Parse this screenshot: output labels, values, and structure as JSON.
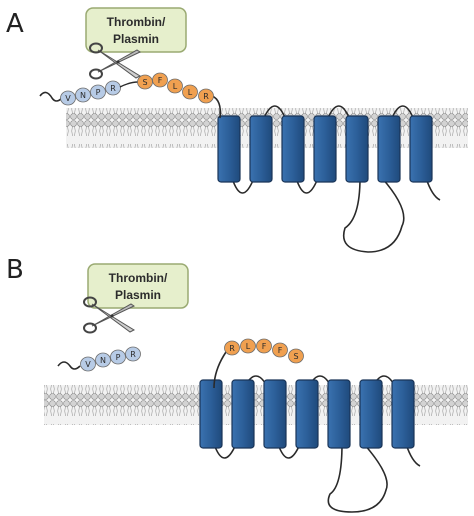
{
  "panels": [
    {
      "letter": "A",
      "protease_line1": "Thrombin/",
      "protease_line2": "Plasmin",
      "cleaved": false,
      "exodomain": [
        "V",
        "N",
        "P",
        "R"
      ],
      "tethered_ligand": [
        "S",
        "F",
        "L",
        "L",
        "R"
      ]
    },
    {
      "letter": "B",
      "protease_line1": "Thrombin/",
      "protease_line2": "Plasmin",
      "cleaved": true,
      "exodomain": [
        "V",
        "N",
        "P",
        "R"
      ],
      "tethered_ligand": [
        "R",
        "L",
        "F",
        "F",
        "S"
      ]
    }
  ],
  "colors": {
    "helix": "#2c5f99",
    "helix_border": "#1a3558",
    "membrane": "#cfcfcf",
    "exodomain_residue": "#b7cbe6",
    "ligand_residue": "#f0a050",
    "protease_box": "#e6efcc",
    "protease_border": "#9aaa72"
  },
  "icons": [
    "scissors-icon"
  ]
}
